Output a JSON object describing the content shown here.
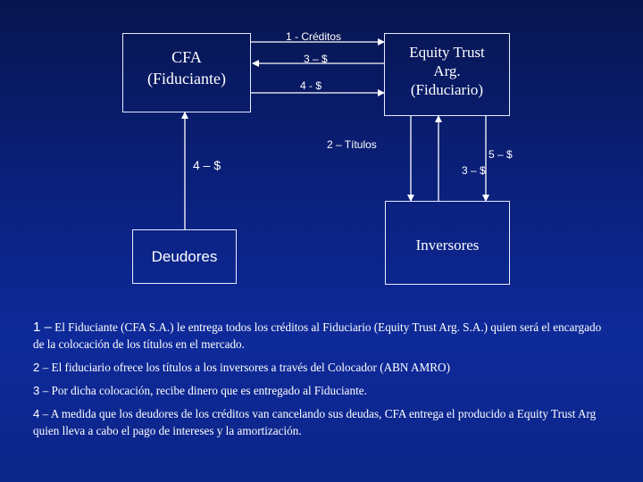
{
  "diagram": {
    "cfa_box": {
      "line1": "CFA",
      "line2": "(Fiduciante)"
    },
    "equity_box": {
      "line1": "Equity Trust",
      "line2": "Arg.",
      "line3": "(Fiduciario)"
    },
    "deudores_box": {
      "label": "Deudores"
    },
    "inversores_box": {
      "label": "Inversores"
    },
    "labels": {
      "creditos": "1 - Créditos",
      "pay3": "3 – $",
      "pay4": "4 - $",
      "titulos": "2 – Títulos",
      "deudores_pay": "4 – $",
      "inv5": "5 – $",
      "inv3": "3 – $"
    }
  },
  "notes": [
    {
      "num": "1 –",
      "text": "El Fiduciante (CFA S.A.) le entrega todos los créditos al Fiduciario (Equity Trust Arg. S.A.) quien será el encargado de la colocación de los títulos en el mercado."
    },
    {
      "num": "2",
      "text": "– El fiduciario ofrece los títulos a los inversores a través del Colocador (ABN AMRO)"
    },
    {
      "num": "3",
      "text": "– Por dicha colocación, recibe dinero que es entregado al Fiduciante."
    },
    {
      "num": "4",
      "text": "– A medida que los deudores de los créditos van cancelando sus deudas, CFA entrega el producido a Equity Trust Arg quien lleva a cabo el pago de intereses y la amortización."
    }
  ]
}
